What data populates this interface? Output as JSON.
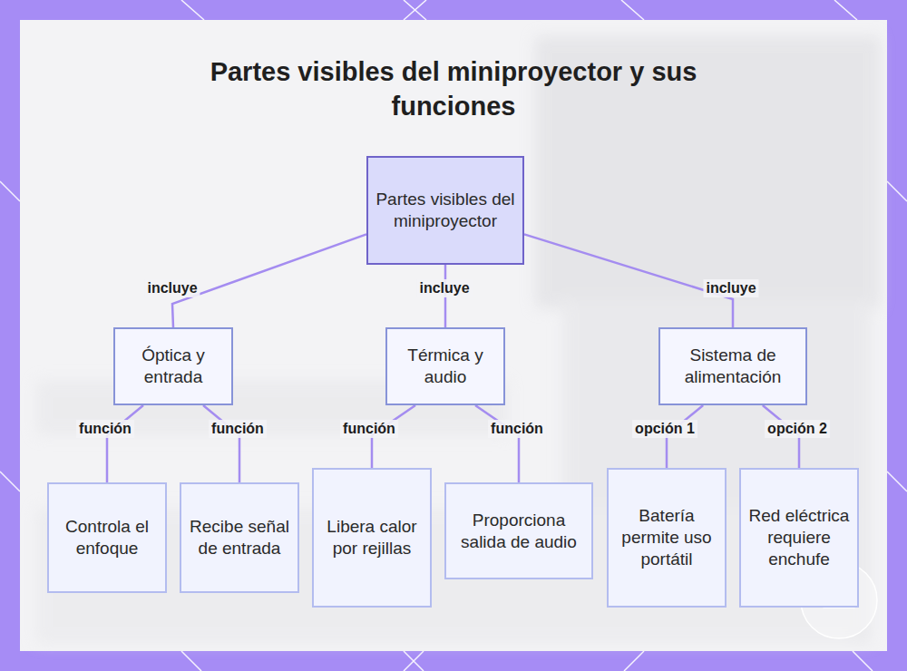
{
  "diagram": {
    "title": "Partes visibles del miniproyector y sus funciones",
    "nodes": [
      {
        "text": [
          "Partes visibles del miniproyector"
        ]
      },
      {
        "text": [
          "Óptica y entrada"
        ]
      },
      {
        "text": [
          "Térmica y audio"
        ]
      },
      {
        "text": [
          "Sistema de alimentación"
        ]
      },
      {
        "text": [
          "Controla el enfoque"
        ]
      },
      {
        "text": [
          "Recibe señal de entrada"
        ]
      },
      {
        "text": [
          "Libera calor por rejillas"
        ]
      },
      {
        "text": [
          "Proporciona salida de audio"
        ]
      },
      {
        "text": [
          "Batería permite uso portátil"
        ]
      },
      {
        "text": [
          "Red eléctrica requiere enchufe"
        ]
      }
    ],
    "edges": [
      {
        "from": 0,
        "to": 1,
        "label": "incluye",
        "arrow": "none"
      },
      {
        "from": 0,
        "to": 2,
        "label": "incluye",
        "arrow": "none"
      },
      {
        "from": 0,
        "to": 3,
        "label": "incluye",
        "arrow": "none"
      },
      {
        "from": 1,
        "to": 4,
        "label": "función",
        "arrow": "none"
      },
      {
        "from": 1,
        "to": 5,
        "label": "función",
        "arrow": "none"
      },
      {
        "from": 2,
        "to": 6,
        "label": "función",
        "arrow": "none"
      },
      {
        "from": 2,
        "to": 7,
        "label": "función",
        "arrow": "none"
      },
      {
        "from": 3,
        "to": 8,
        "label": "opción 1",
        "arrow": "none"
      },
      {
        "from": 3,
        "to": 9,
        "label": "opción 2",
        "arrow": "none"
      }
    ]
  }
}
